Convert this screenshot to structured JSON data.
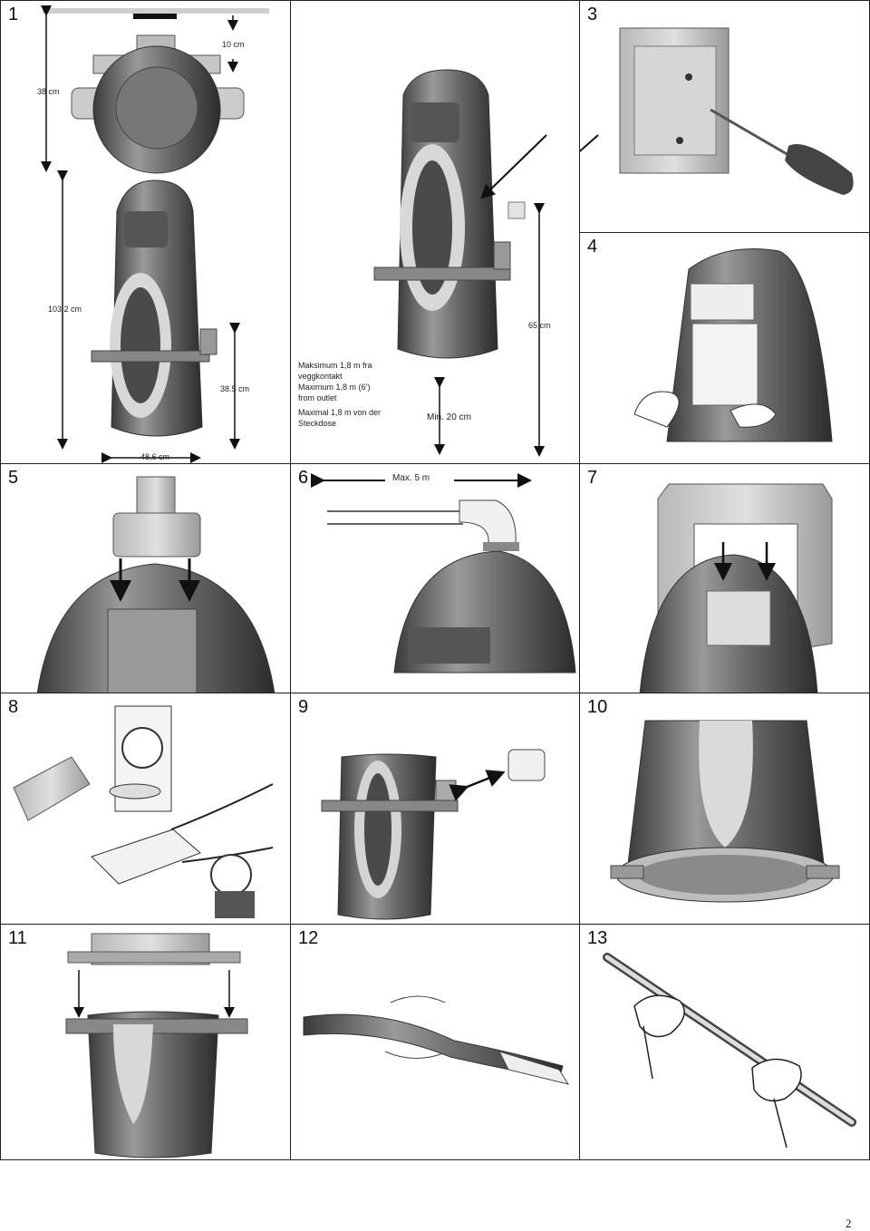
{
  "page_number": "2",
  "panels": {
    "p1": {
      "number": "1",
      "dim_top_width": "10 cm",
      "dim_height_top": "38 cm",
      "dim_total_height": "103,2 cm",
      "dim_bracket_height": "38.5 cm",
      "dim_width": "48,6 cm"
    },
    "p2": {
      "dim_bracket_height": "65 cm",
      "dim_min_clearance": "Min. 20 cm",
      "note_no": "Maksimum 1,8 m fra veggkontakt",
      "note_en": "Maximum 1,8 m (6’) from outlet",
      "note_de": "Maximal 1,8 m von der Steckdose"
    },
    "p3": {
      "number": "3"
    },
    "p4": {
      "number": "4"
    },
    "p5": {
      "number": "5"
    },
    "p6": {
      "number": "6",
      "dim_max": "Max. 5 m"
    },
    "p7": {
      "number": "7"
    },
    "p8": {
      "number": "8"
    },
    "p9": {
      "number": "9"
    },
    "p10": {
      "number": "10"
    },
    "p11": {
      "number": "11"
    },
    "p12": {
      "number": "12"
    },
    "p13": {
      "number": "13"
    }
  }
}
